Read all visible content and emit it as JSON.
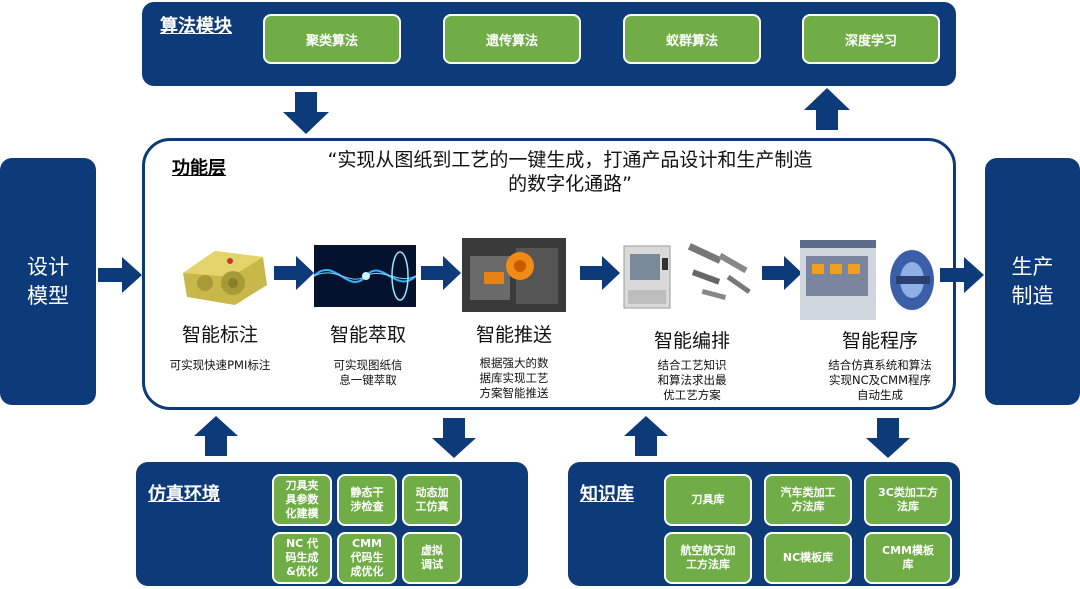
{
  "colors": {
    "navy": "#0d3a78",
    "green": "#70ad47",
    "arrow": "#0d3a78"
  },
  "algorithm": {
    "title": "算法模块",
    "items": [
      "聚类算法",
      "遗传算法",
      "蚁群算法",
      "深度学习"
    ]
  },
  "design_model": [
    "设计",
    "模型"
  ],
  "production": [
    "生产",
    "制造"
  ],
  "function_layer": {
    "title": "功能层",
    "quote_line1": "“实现从图纸到工艺的一键生成，打通产品设计和生产制造",
    "quote_line2": "的数字化通路”",
    "stages": [
      {
        "name": "智能标注",
        "desc": [
          "可实现快速PMI标注"
        ]
      },
      {
        "name": "智能萃取",
        "desc": [
          "可实现图纸信",
          "息一键萃取"
        ]
      },
      {
        "name": "智能推送",
        "desc": [
          "根据强大的数",
          "据库实现工艺",
          "方案智能推送"
        ]
      },
      {
        "name": "智能编排",
        "desc": [
          "结合工艺知识",
          "和算法求出最",
          "优工艺方案"
        ]
      },
      {
        "name": "智能程序",
        "desc": [
          "结合仿真系统和算法",
          "实现NC及CMM程序",
          "自动生成"
        ]
      }
    ]
  },
  "simulation": {
    "title": "仿真环境",
    "items": [
      [
        "刀具夹",
        "具参数",
        "化建模"
      ],
      [
        "静态干",
        "涉检查"
      ],
      [
        "动态加",
        "工仿真"
      ],
      [
        "NC 代",
        "码生成",
        "&优化"
      ],
      [
        "CMM",
        "代码生",
        "成优化"
      ],
      [
        "虚拟",
        "调试"
      ]
    ]
  },
  "knowledge": {
    "title": "知识库",
    "items": [
      [
        "刀具库"
      ],
      [
        "汽车类加工",
        "方法库"
      ],
      [
        "3C类加工方",
        "法库"
      ],
      [
        "航空航天加",
        "工方法库"
      ],
      [
        "NC模板库"
      ],
      [
        "CMM模板",
        "库"
      ]
    ]
  }
}
